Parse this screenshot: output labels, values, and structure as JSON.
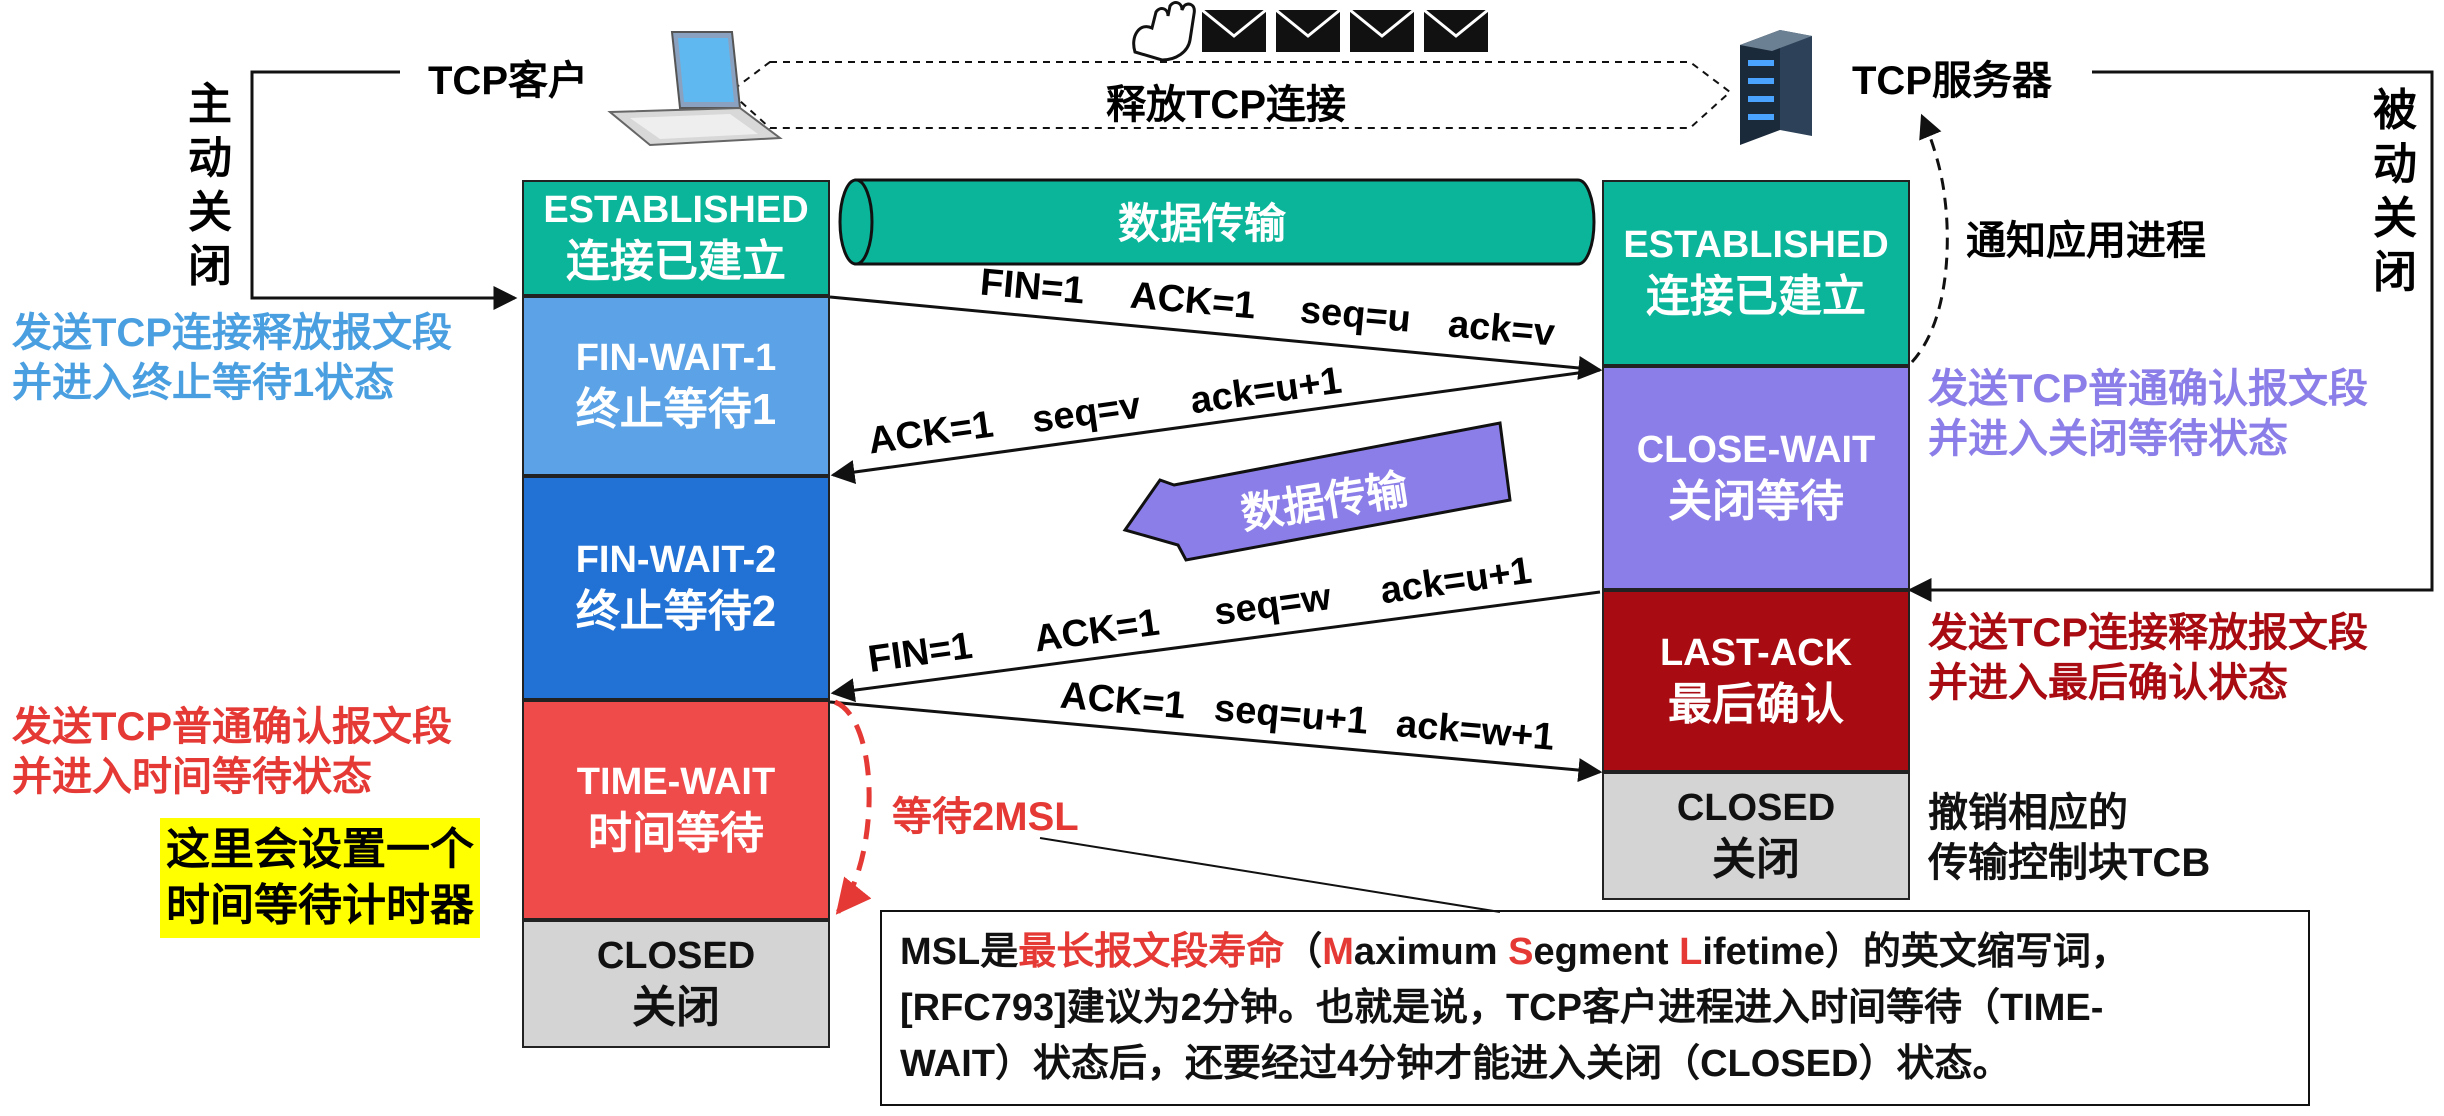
{
  "client": {
    "name": "TCP客户",
    "role": "主动关闭"
  },
  "server": {
    "name": "TCP服务器",
    "role": "被动关闭"
  },
  "release_label": "释放TCP连接",
  "notify_app": "通知应用进程",
  "data_transfer_1": "数据传输",
  "data_transfer_2": "数据传输",
  "client_states": [
    {
      "en": "ESTABLISHED",
      "zh": "连接已建立",
      "color": "#0bb59a"
    },
    {
      "en": "FIN-WAIT-1",
      "zh": "终止等待1",
      "color": "#5ba3e6"
    },
    {
      "en": "FIN-WAIT-2",
      "zh": "终止等待2",
      "color": "#2172d4"
    },
    {
      "en": "TIME-WAIT",
      "zh": "时间等待",
      "color": "#f04b4b"
    },
    {
      "en": "CLOSED",
      "zh": "关闭",
      "color": "#d4d4d4"
    }
  ],
  "server_states": [
    {
      "en": "ESTABLISHED",
      "zh": "连接已建立",
      "color": "#0bb59a"
    },
    {
      "en": "CLOSE-WAIT",
      "zh": "关闭等待",
      "color": "#8b7ee8"
    },
    {
      "en": "LAST-ACK",
      "zh": "最后确认",
      "color": "#a80c12"
    },
    {
      "en": "CLOSED",
      "zh": "关闭",
      "color": "#d4d4d4"
    }
  ],
  "messages": {
    "m1": [
      "FIN=1",
      "ACK=1",
      "seq=u",
      "ack=v"
    ],
    "m2": [
      "ACK=1",
      "seq=v",
      "ack=u+1"
    ],
    "m3": [
      "FIN=1",
      "ACK=1",
      "seq=w",
      "ack=u+1"
    ],
    "m4": [
      "ACK=1",
      "seq=u+1",
      "ack=w+1"
    ]
  },
  "annotations": {
    "client_fin": [
      "发送TCP连接释放报文段",
      "并进入终止等待1状态"
    ],
    "client_ack": [
      "发送TCP普通确认报文段",
      "并进入时间等待状态"
    ],
    "timer_note": [
      "这里会设置一个",
      "时间等待计时器"
    ],
    "server_ack": [
      "发送TCP普通确认报文段",
      "并进入关闭等待状态"
    ],
    "server_fin": [
      "发送TCP连接释放报文段",
      "并进入最后确认状态"
    ],
    "server_close": [
      "撤销相应的",
      "传输控制块TCB"
    ],
    "wait_2msl": "等待2MSL"
  },
  "msl_note": {
    "p1": "MSL是",
    "p2": "最长报文段寿命",
    "p3": "（",
    "m": "M",
    "w1": "aximum ",
    "s": "S",
    "w2": "egment ",
    "l": "L",
    "w3": "ifetime",
    "p4": "）的英文缩写词，",
    "line2": "[RFC793]建议为2分钟。也就是说，TCP客户进程进入时间等待（TIME-",
    "line3": "WAIT）状态后，还要经过4分钟才能进入关闭（CLOSED）状态。"
  },
  "colors": {
    "client_annotation": "#4a9fe0",
    "server_annotation_purple": "#8b7ee8",
    "red": "#e53935",
    "dark_red": "#a80c12",
    "highlight": "#ffff00"
  }
}
